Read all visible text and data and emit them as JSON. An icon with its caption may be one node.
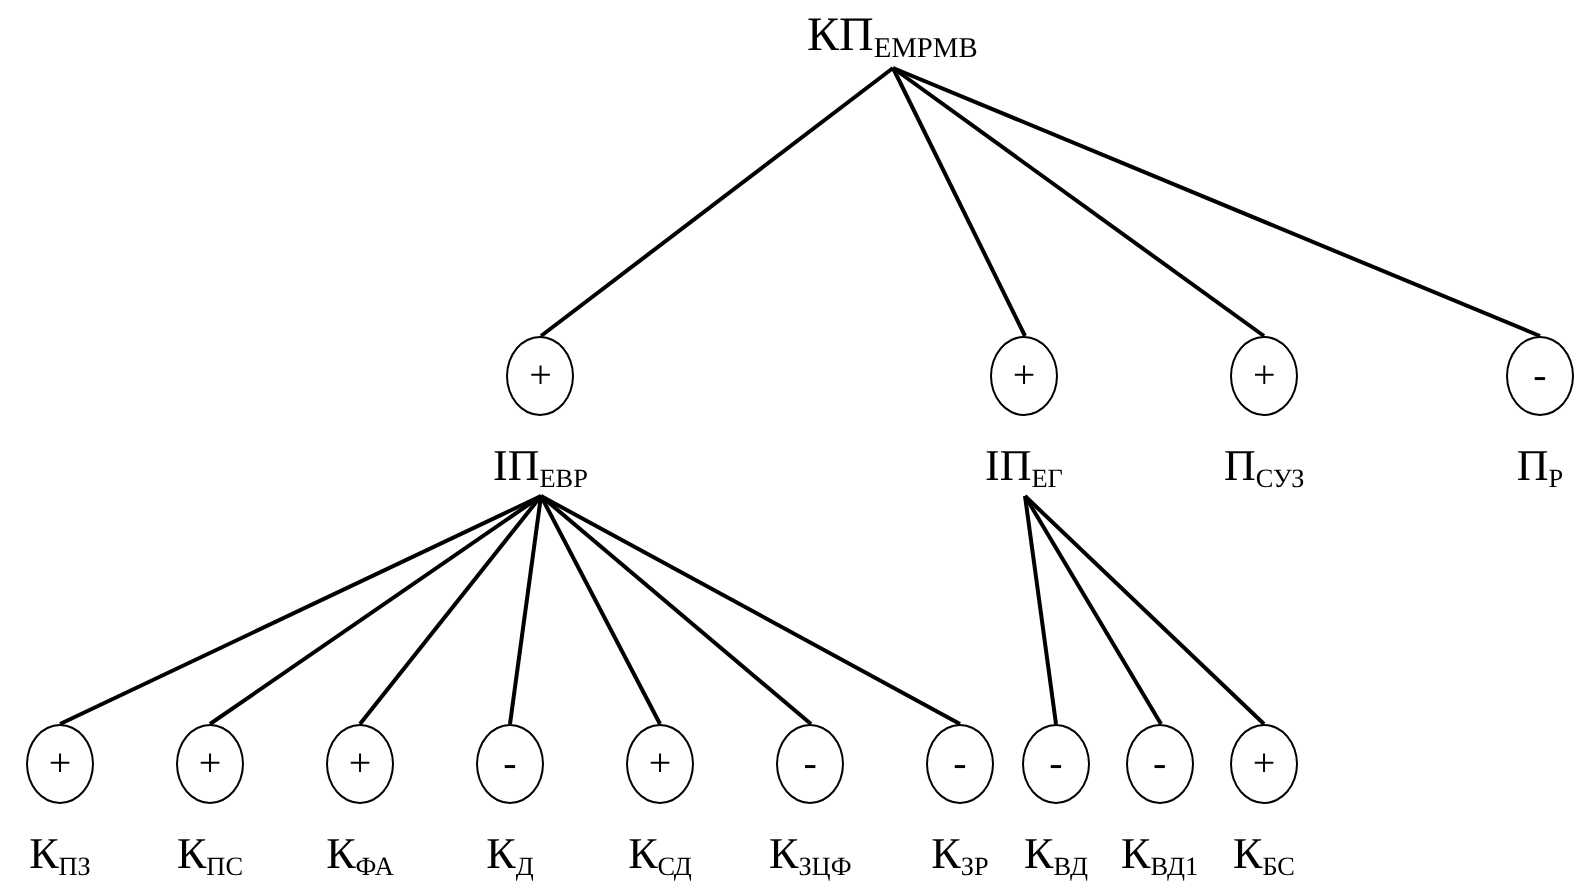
{
  "diagram": {
    "nodes": [
      {
        "text": [
          "КП$_{ЕМРМВ}$"
        ]
      },
      {
        "text": [
          "+",
          "ІП$_{ЕВР}$"
        ]
      },
      {
        "text": [
          "+",
          "ІП$_{ЕГ}$"
        ]
      },
      {
        "text": [
          "+",
          "П$_{СУЗ}$"
        ]
      },
      {
        "text": [
          "-",
          "П$_{Р}$"
        ]
      },
      {
        "text": [
          "+",
          "К$_{ПЗ}$"
        ]
      },
      {
        "text": [
          "+",
          "К$_{ПС}$"
        ]
      },
      {
        "text": [
          "+",
          "К$_{ФА}$"
        ]
      },
      {
        "text": [
          "-",
          "К$_{Д}$"
        ]
      },
      {
        "text": [
          "+",
          "К$_{СД}$"
        ]
      },
      {
        "text": [
          "-",
          "К$_{ЗЦФ}$"
        ]
      },
      {
        "text": [
          "-",
          "К$_{ЗР}$"
        ]
      },
      {
        "text": [
          "-",
          "К$_{ВД}$"
        ]
      },
      {
        "text": [
          "-",
          "К$_{ВД1}$"
        ]
      },
      {
        "text": [
          "+",
          "К$_{БС}$"
        ]
      }
    ],
    "edges": [
      {
        "from": 0,
        "to": 1,
        "arrow": "none"
      },
      {
        "from": 0,
        "to": 2,
        "arrow": "none"
      },
      {
        "from": 0,
        "to": 3,
        "arrow": "none"
      },
      {
        "from": 0,
        "to": 4,
        "arrow": "none"
      },
      {
        "from": 1,
        "to": 5,
        "arrow": "none"
      },
      {
        "from": 1,
        "to": 6,
        "arrow": "none"
      },
      {
        "from": 1,
        "to": 7,
        "arrow": "none"
      },
      {
        "from": 1,
        "to": 8,
        "arrow": "none"
      },
      {
        "from": 1,
        "to": 9,
        "arrow": "none"
      },
      {
        "from": 1,
        "to": 10,
        "arrow": "none"
      },
      {
        "from": 1,
        "to": 11,
        "arrow": "none"
      },
      {
        "from": 2,
        "to": 12,
        "arrow": "none"
      },
      {
        "from": 2,
        "to": 13,
        "arrow": "none"
      },
      {
        "from": 2,
        "to": 14,
        "arrow": "none"
      }
    ]
  }
}
